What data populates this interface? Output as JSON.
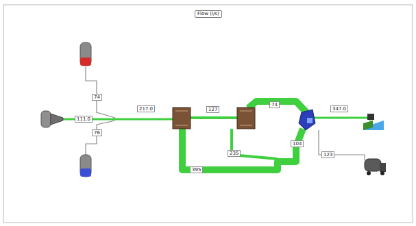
{
  "diagram": {
    "title": "Flow (l/s)",
    "labels": [
      "74",
      "76",
      "111.0",
      "217.0",
      "127",
      "74",
      "235",
      "395",
      "104",
      "347.0",
      "123"
    ]
  }
}
